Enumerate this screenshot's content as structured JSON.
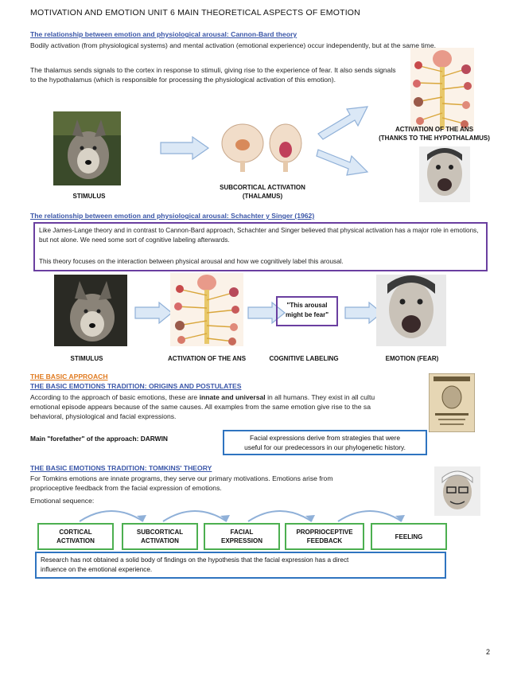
{
  "header": "MOTIVATION AND EMOTION UNIT 6 MAIN THEORETICAL ASPECTS OF EMOTION",
  "s1": {
    "heading": "The relationship between emotion and physiological arousal: Cannon-Bard theory",
    "p1": "Bodily activation (from physiological systems) and mental activation (emotional experience) occur independently, but at the same time.",
    "p2": "The thalamus sends signals to the cortex in response to stimuli, giving rise to the experience of fear. It also sends signals to the hypothalamus (which is responsible for processing the physiological activation of this emotion).",
    "cap_stimulus": "STIMULUS",
    "cap_subcortical_1": "SUBCORTICAL ACTIVATION",
    "cap_subcortical_2": "(THALAMUS)",
    "cap_ans_1": "ACTIVATION OF THE ANS",
    "cap_ans_2": "(THANKS TO THE HYPOTHALAMUS)"
  },
  "s2": {
    "heading": "The relationship between emotion and physiological arousal: Schachter y Singer (1962)",
    "p1": "Like James-Lange theory and in contrast to Cannon-Bard approach, Schachter and Singer believed that physical activation has a major role in emotions, but not alone. We need some sort of cognitive labeling afterwards.",
    "p2": "This theory focuses on the interaction between physical arousal and how we cognitively label this arousal.",
    "quote_1": "\"This arousal",
    "quote_2": "might be fear\"",
    "cap_stimulus": "STIMULUS",
    "cap_ans": "ACTIVATION OF THE ANS",
    "cap_cog": "COGNITIVE LABELING",
    "cap_emotion": "EMOTION (FEAR)"
  },
  "s3": {
    "heading_orange": "THE BASIC APPROACH",
    "heading": "THE BASIC EMOTIONS TRADITION: ORIGINS AND POSTULATES",
    "p1_a": "According to the approach of basic emotions, these are ",
    "p1_b": "innate and universal",
    "p1_c": " in all humans. They exist in all cultu",
    "p1_d": "emotional episode appears because of the same causes. All examples from the same emotion give rise to the sa",
    "p1_e": "behavioral, physiological and facial expressions.",
    "forefather": "Main \"forefather\" of the approach: DARWIN",
    "box_1": "Facial expressions derive from strategies that were",
    "box_2": "useful for our predecessors in our phylogenetic history."
  },
  "s4": {
    "heading": "THE BASIC EMOTIONS TRADITION: TOMKINS' THEORY",
    "p1": "For Tomkins emotions are innate programs, they serve our primary motivations. Emotions arise from",
    "p2": "proprioceptive feedback from the facial expression of emotions.",
    "p3": "Emotional sequence:",
    "seq": [
      {
        "l1": "CORTICAL",
        "l2": "ACTIVATION"
      },
      {
        "l1": "SUBCORTICAL",
        "l2": "ACTIVATION"
      },
      {
        "l1": "FACIAL",
        "l2": "EXPRESSION"
      },
      {
        "l1": "PROPRIOCEPTIVE",
        "l2": "FEEDBACK"
      },
      {
        "l1": "FEELING",
        "l2": ""
      }
    ],
    "box_1": "Research has not obtained a solid body of findings on the hypothesis that the facial expression has a direct",
    "box_2": "influence on the emotional experience."
  },
  "page_number": "2"
}
